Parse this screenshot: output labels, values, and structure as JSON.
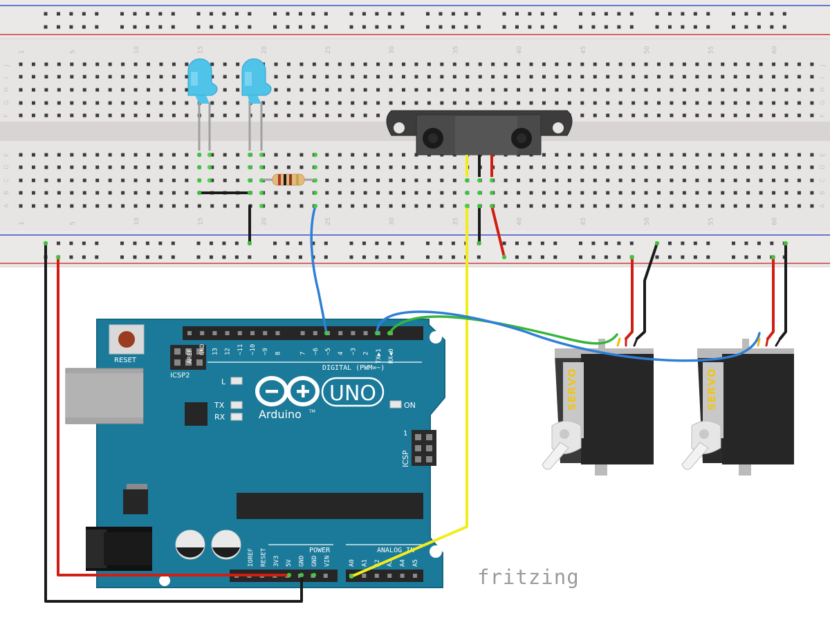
{
  "breadboard": {
    "column_numbers": [
      "1",
      "5",
      "10",
      "15",
      "20",
      "25",
      "30",
      "35",
      "40",
      "45",
      "50",
      "55",
      "60"
    ],
    "row_letters_top": [
      "J",
      "I",
      "H",
      "G",
      "F"
    ],
    "row_letters_bottom": [
      "E",
      "D",
      "C",
      "B",
      "A"
    ]
  },
  "arduino": {
    "logo_text": "Arduino",
    "trademark": "TM",
    "model": "UNO",
    "reset_label": "RESET",
    "icsp2_label": "ICSP2",
    "icsp_label": "ICSP",
    "icsp_pin1": "1",
    "led_l": "L",
    "led_tx": "TX",
    "led_rx": "RX",
    "on_label": "ON",
    "digital_label": "DIGITAL (PWM=~)",
    "power_label": "POWER",
    "analog_label": "ANALOG IN",
    "digital_pins": [
      "AREF",
      "GND",
      "13",
      "12",
      "~11",
      "~10",
      "~9",
      "8",
      "7",
      "~6",
      "~5",
      "4",
      "~3",
      "2",
      "TX▶1",
      "RX◀0"
    ],
    "power_pins": [
      "IOREF",
      "RESET",
      "3V3",
      "5V",
      "GND",
      "GND",
      "VIN"
    ],
    "analog_pins": [
      "A0",
      "A1",
      "A2",
      "A3",
      "A4",
      "A5"
    ]
  },
  "servos": [
    {
      "label": "SERVO"
    },
    {
      "label": "SERVO"
    }
  ],
  "components": {
    "led_color": "#4fc3e8",
    "sensor_color": "#3c3c3c"
  },
  "wire_colors": {
    "red": "#d01e13",
    "black": "#1a1a1a",
    "blue": "#2f7fd6",
    "green": "#36b53a",
    "yellow": "#f2ec1d"
  },
  "board_color": "#1b7a9a",
  "watermark": "fritzing"
}
